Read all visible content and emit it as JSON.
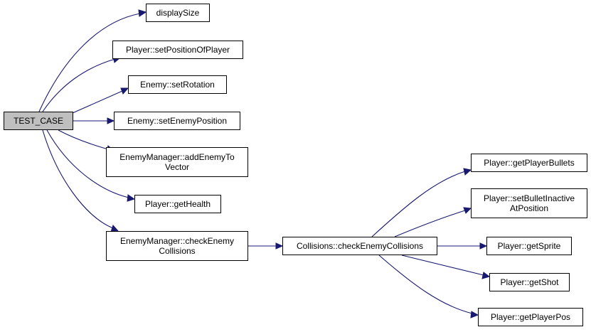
{
  "graph": {
    "nodes": {
      "test_case": {
        "label": "TEST_CASE"
      },
      "display_size": {
        "label": "displaySize"
      },
      "set_position_of_player": {
        "label": "Player::setPositionOfPlayer"
      },
      "set_rotation": {
        "label": "Enemy::setRotation"
      },
      "set_enemy_position": {
        "label": "Enemy::setEnemyPosition"
      },
      "add_enemy_to_vector": {
        "label_line1": "EnemyManager::addEnemyTo",
        "label_line2": "Vector"
      },
      "get_health": {
        "label": "Player::getHealth"
      },
      "manager_check_enemy_collisions": {
        "label_line1": "EnemyManager::checkEnemy",
        "label_line2": "Collisions"
      },
      "collisions_check_enemy_collisions": {
        "label": "Collisions::checkEnemyCollisions"
      },
      "get_player_bullets": {
        "label": "Player::getPlayerBullets"
      },
      "set_bullet_inactive": {
        "label_line1": "Player::setBulletInactive",
        "label_line2": "AtPosition"
      },
      "get_sprite": {
        "label": "Player::getSprite"
      },
      "get_shot": {
        "label": "Player::getShot"
      },
      "get_player_pos": {
        "label": "Player::getPlayerPos"
      }
    },
    "edges": [
      {
        "from": "test_case",
        "to": "display_size"
      },
      {
        "from": "test_case",
        "to": "set_position_of_player"
      },
      {
        "from": "test_case",
        "to": "set_rotation"
      },
      {
        "from": "test_case",
        "to": "set_enemy_position"
      },
      {
        "from": "test_case",
        "to": "add_enemy_to_vector"
      },
      {
        "from": "test_case",
        "to": "get_health"
      },
      {
        "from": "test_case",
        "to": "manager_check_enemy_collisions"
      },
      {
        "from": "manager_check_enemy_collisions",
        "to": "collisions_check_enemy_collisions"
      },
      {
        "from": "collisions_check_enemy_collisions",
        "to": "get_player_bullets"
      },
      {
        "from": "collisions_check_enemy_collisions",
        "to": "set_bullet_inactive"
      },
      {
        "from": "collisions_check_enemy_collisions",
        "to": "get_sprite"
      },
      {
        "from": "collisions_check_enemy_collisions",
        "to": "get_shot"
      },
      {
        "from": "collisions_check_enemy_collisions",
        "to": "get_player_pos"
      }
    ],
    "colors": {
      "edge": "#191970",
      "node_border": "#000000",
      "node_fill": "#ffffff",
      "root_fill": "#bfbfbf"
    }
  }
}
